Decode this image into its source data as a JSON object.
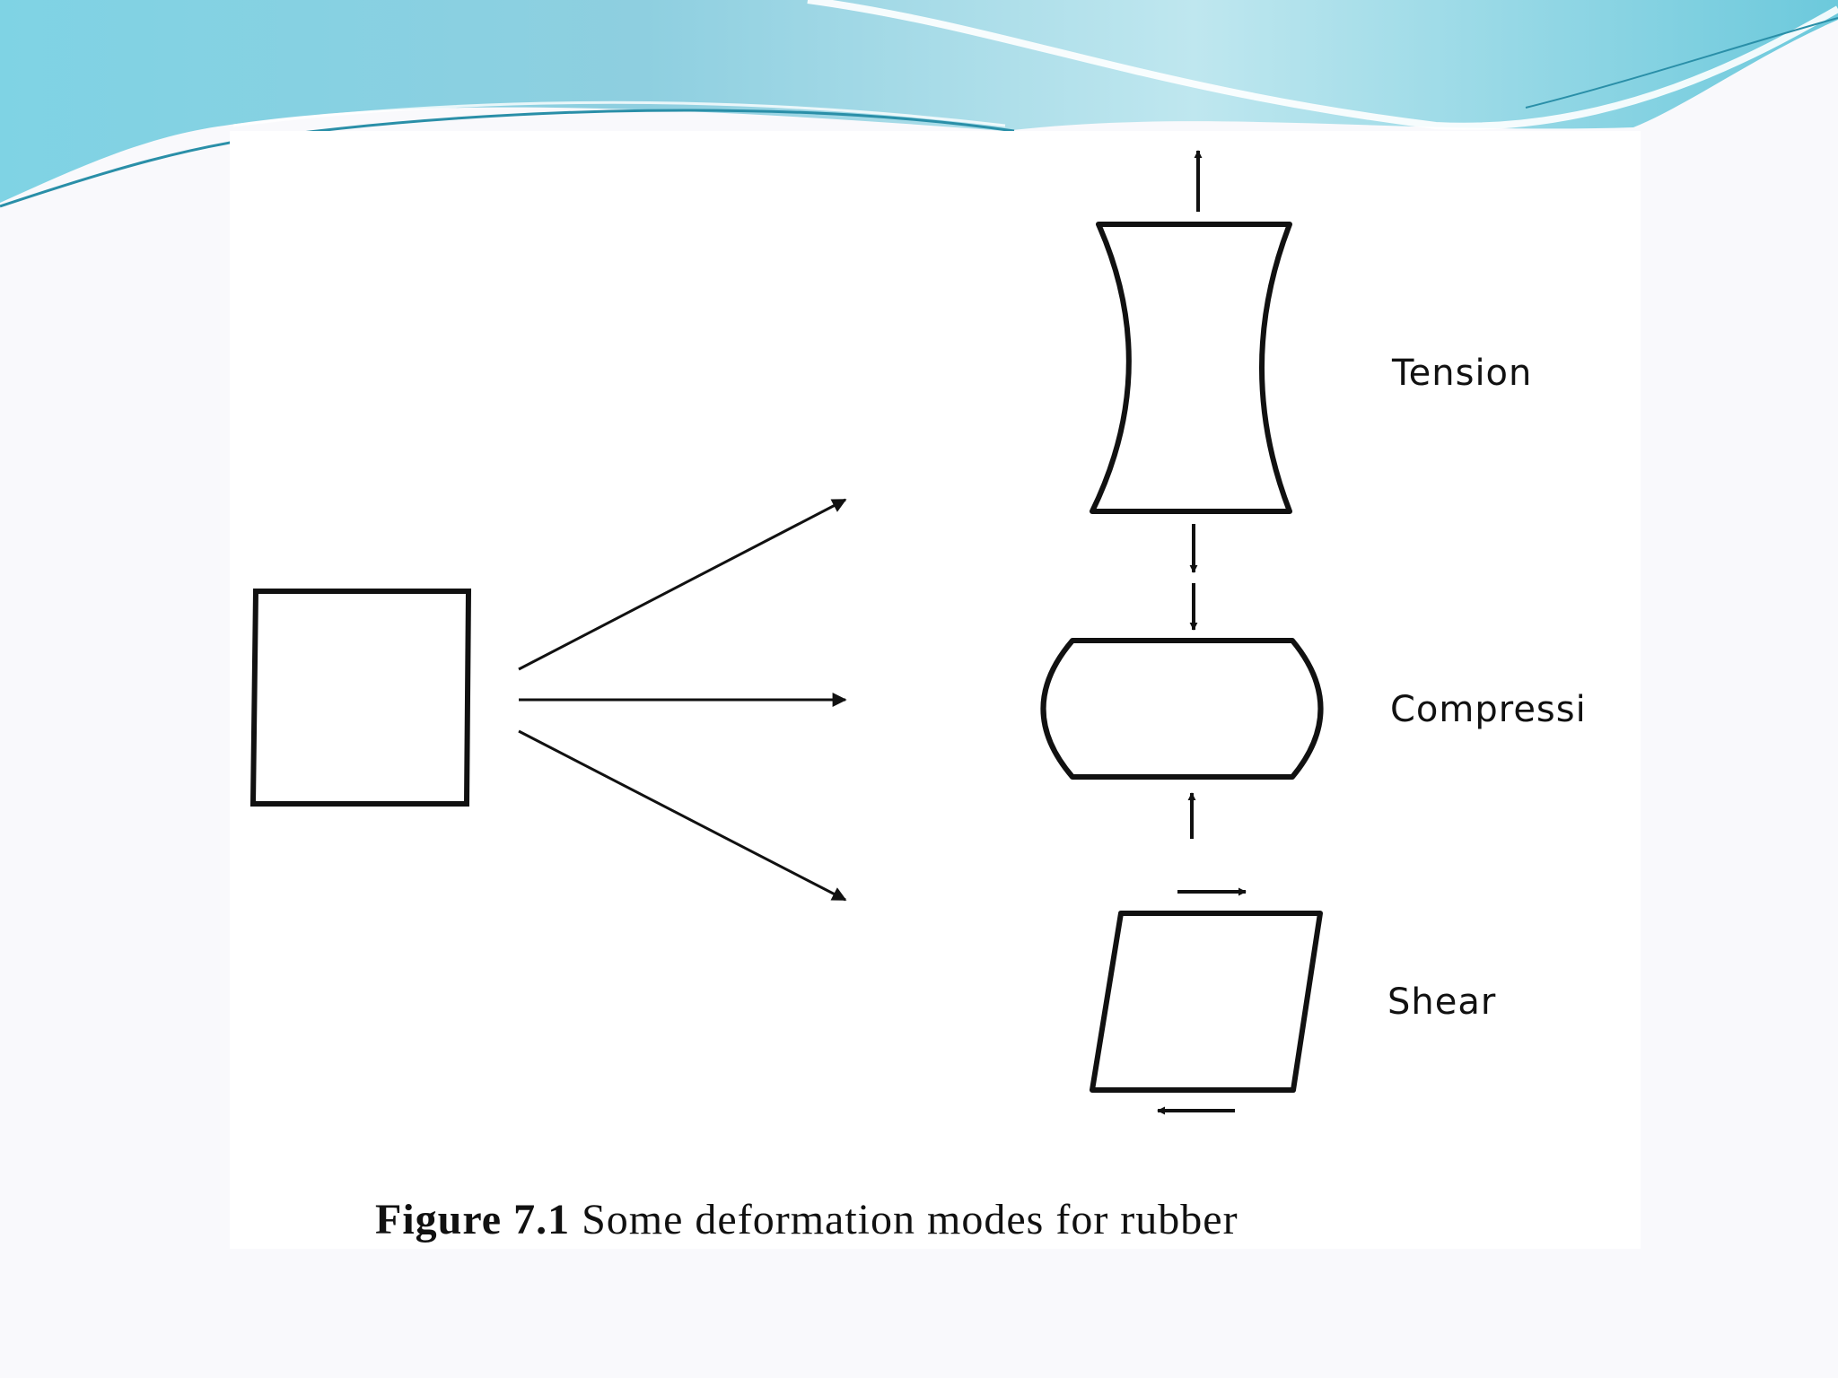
{
  "diagram": {
    "labels": {
      "tension": "Tension",
      "compression": "Compressi",
      "shear": "Shear"
    },
    "caption": {
      "figure_number": "Figure 7.1",
      "text": "Some deformation modes for rubber"
    }
  },
  "theme": {
    "banner_light": "#cfeef5",
    "banner_mid": "#8fd7e6",
    "banner_dark": "#6fbfd6",
    "ink": "#111111"
  }
}
